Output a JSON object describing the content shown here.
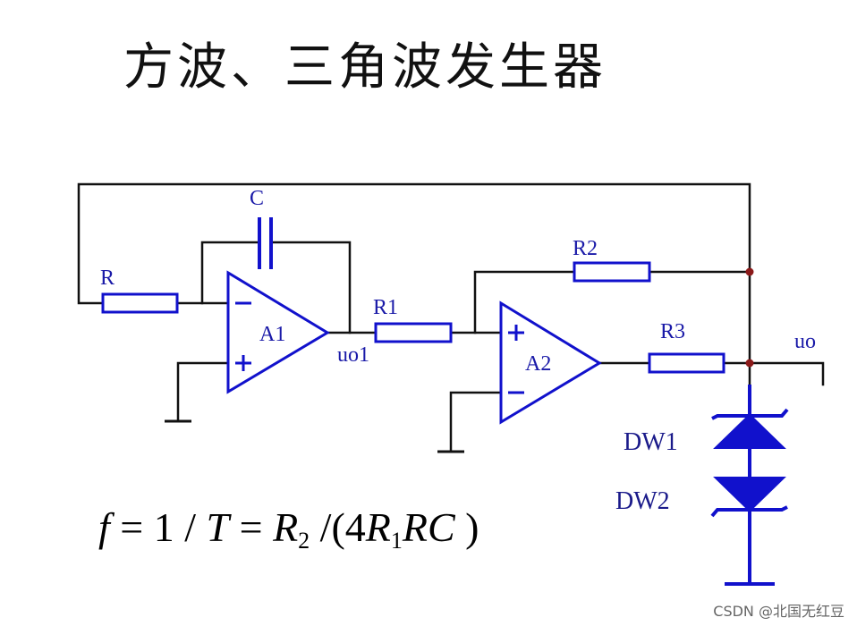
{
  "title": "方波、三角波发生器",
  "circuit": {
    "labels": {
      "C": "C",
      "R": "R",
      "R1": "R1",
      "R2": "R2",
      "R3": "R3",
      "A1": "A1",
      "A2": "A2",
      "uo1": "uo1",
      "uo": "uo",
      "DW1": "DW1",
      "DW2": "DW2",
      "minus": "−",
      "plus": "+"
    },
    "colors": {
      "wire": "#111111",
      "component": "#1111cc",
      "node": "#8b1a1a"
    }
  },
  "formula": {
    "f": "f",
    "eq1": " = 1 / ",
    "T": "T",
    "eq2": " = ",
    "R2": "R",
    "R2_sub": "2",
    "mid": " /(4",
    "R1": "R",
    "R1_sub": "1",
    "RC": "RC",
    "end": " )"
  },
  "watermark": "CSDN @北国无红豆"
}
